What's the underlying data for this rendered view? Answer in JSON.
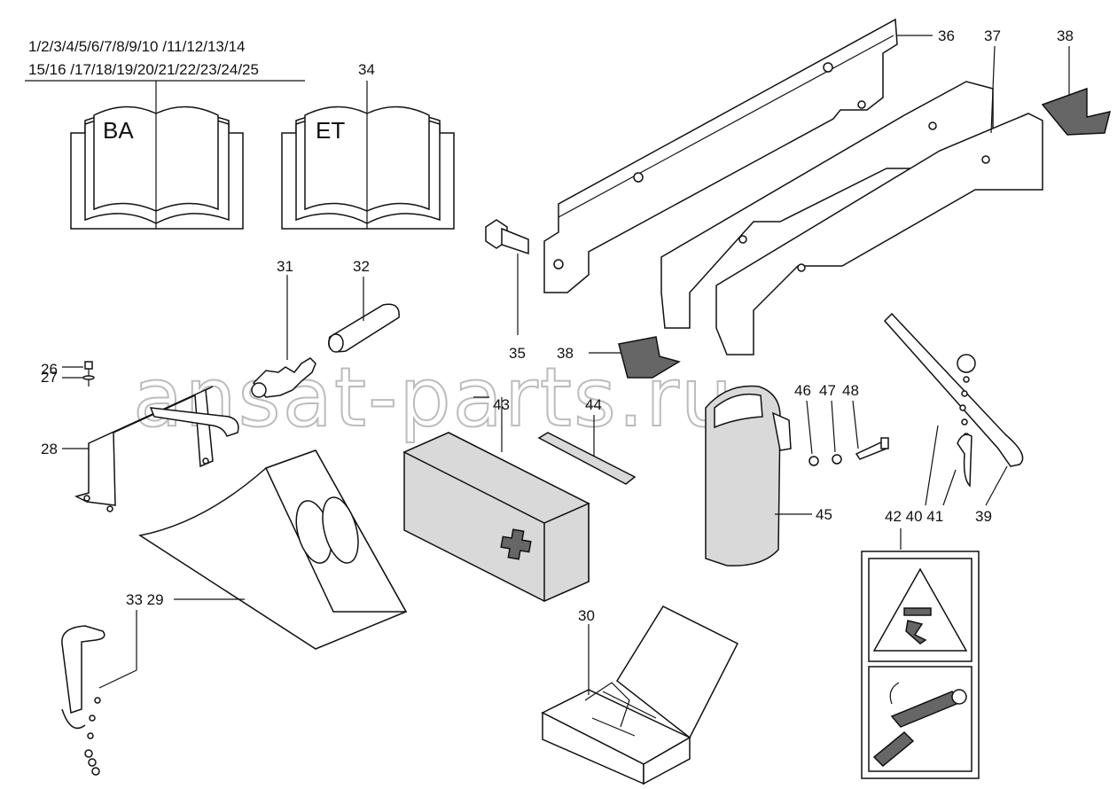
{
  "book_headers": {
    "line1": "1/2/3/4/5/6/7/8/9/10 /11/12/13/14",
    "line2": "15/16 /17/18/19/20/21/22/23/24/25"
  },
  "books": {
    "operating_manual": "BA",
    "parts_catalog": "ET",
    "parts_catalog_number": "34"
  },
  "watermark": "ansat-parts.ru",
  "labels": {
    "n26": "26",
    "n27": "27",
    "n28": "28",
    "n29": "33 29",
    "n30": "30",
    "n31": "31",
    "n32": "32",
    "n35": "35",
    "n36": "36",
    "n37": "37",
    "n38a": "38",
    "n38b": "38",
    "n39": "39",
    "n40": "42 40 41",
    "n43": "43",
    "n44": "44",
    "n45": "45",
    "n46": "46",
    "n47": "47",
    "n48": "48"
  }
}
